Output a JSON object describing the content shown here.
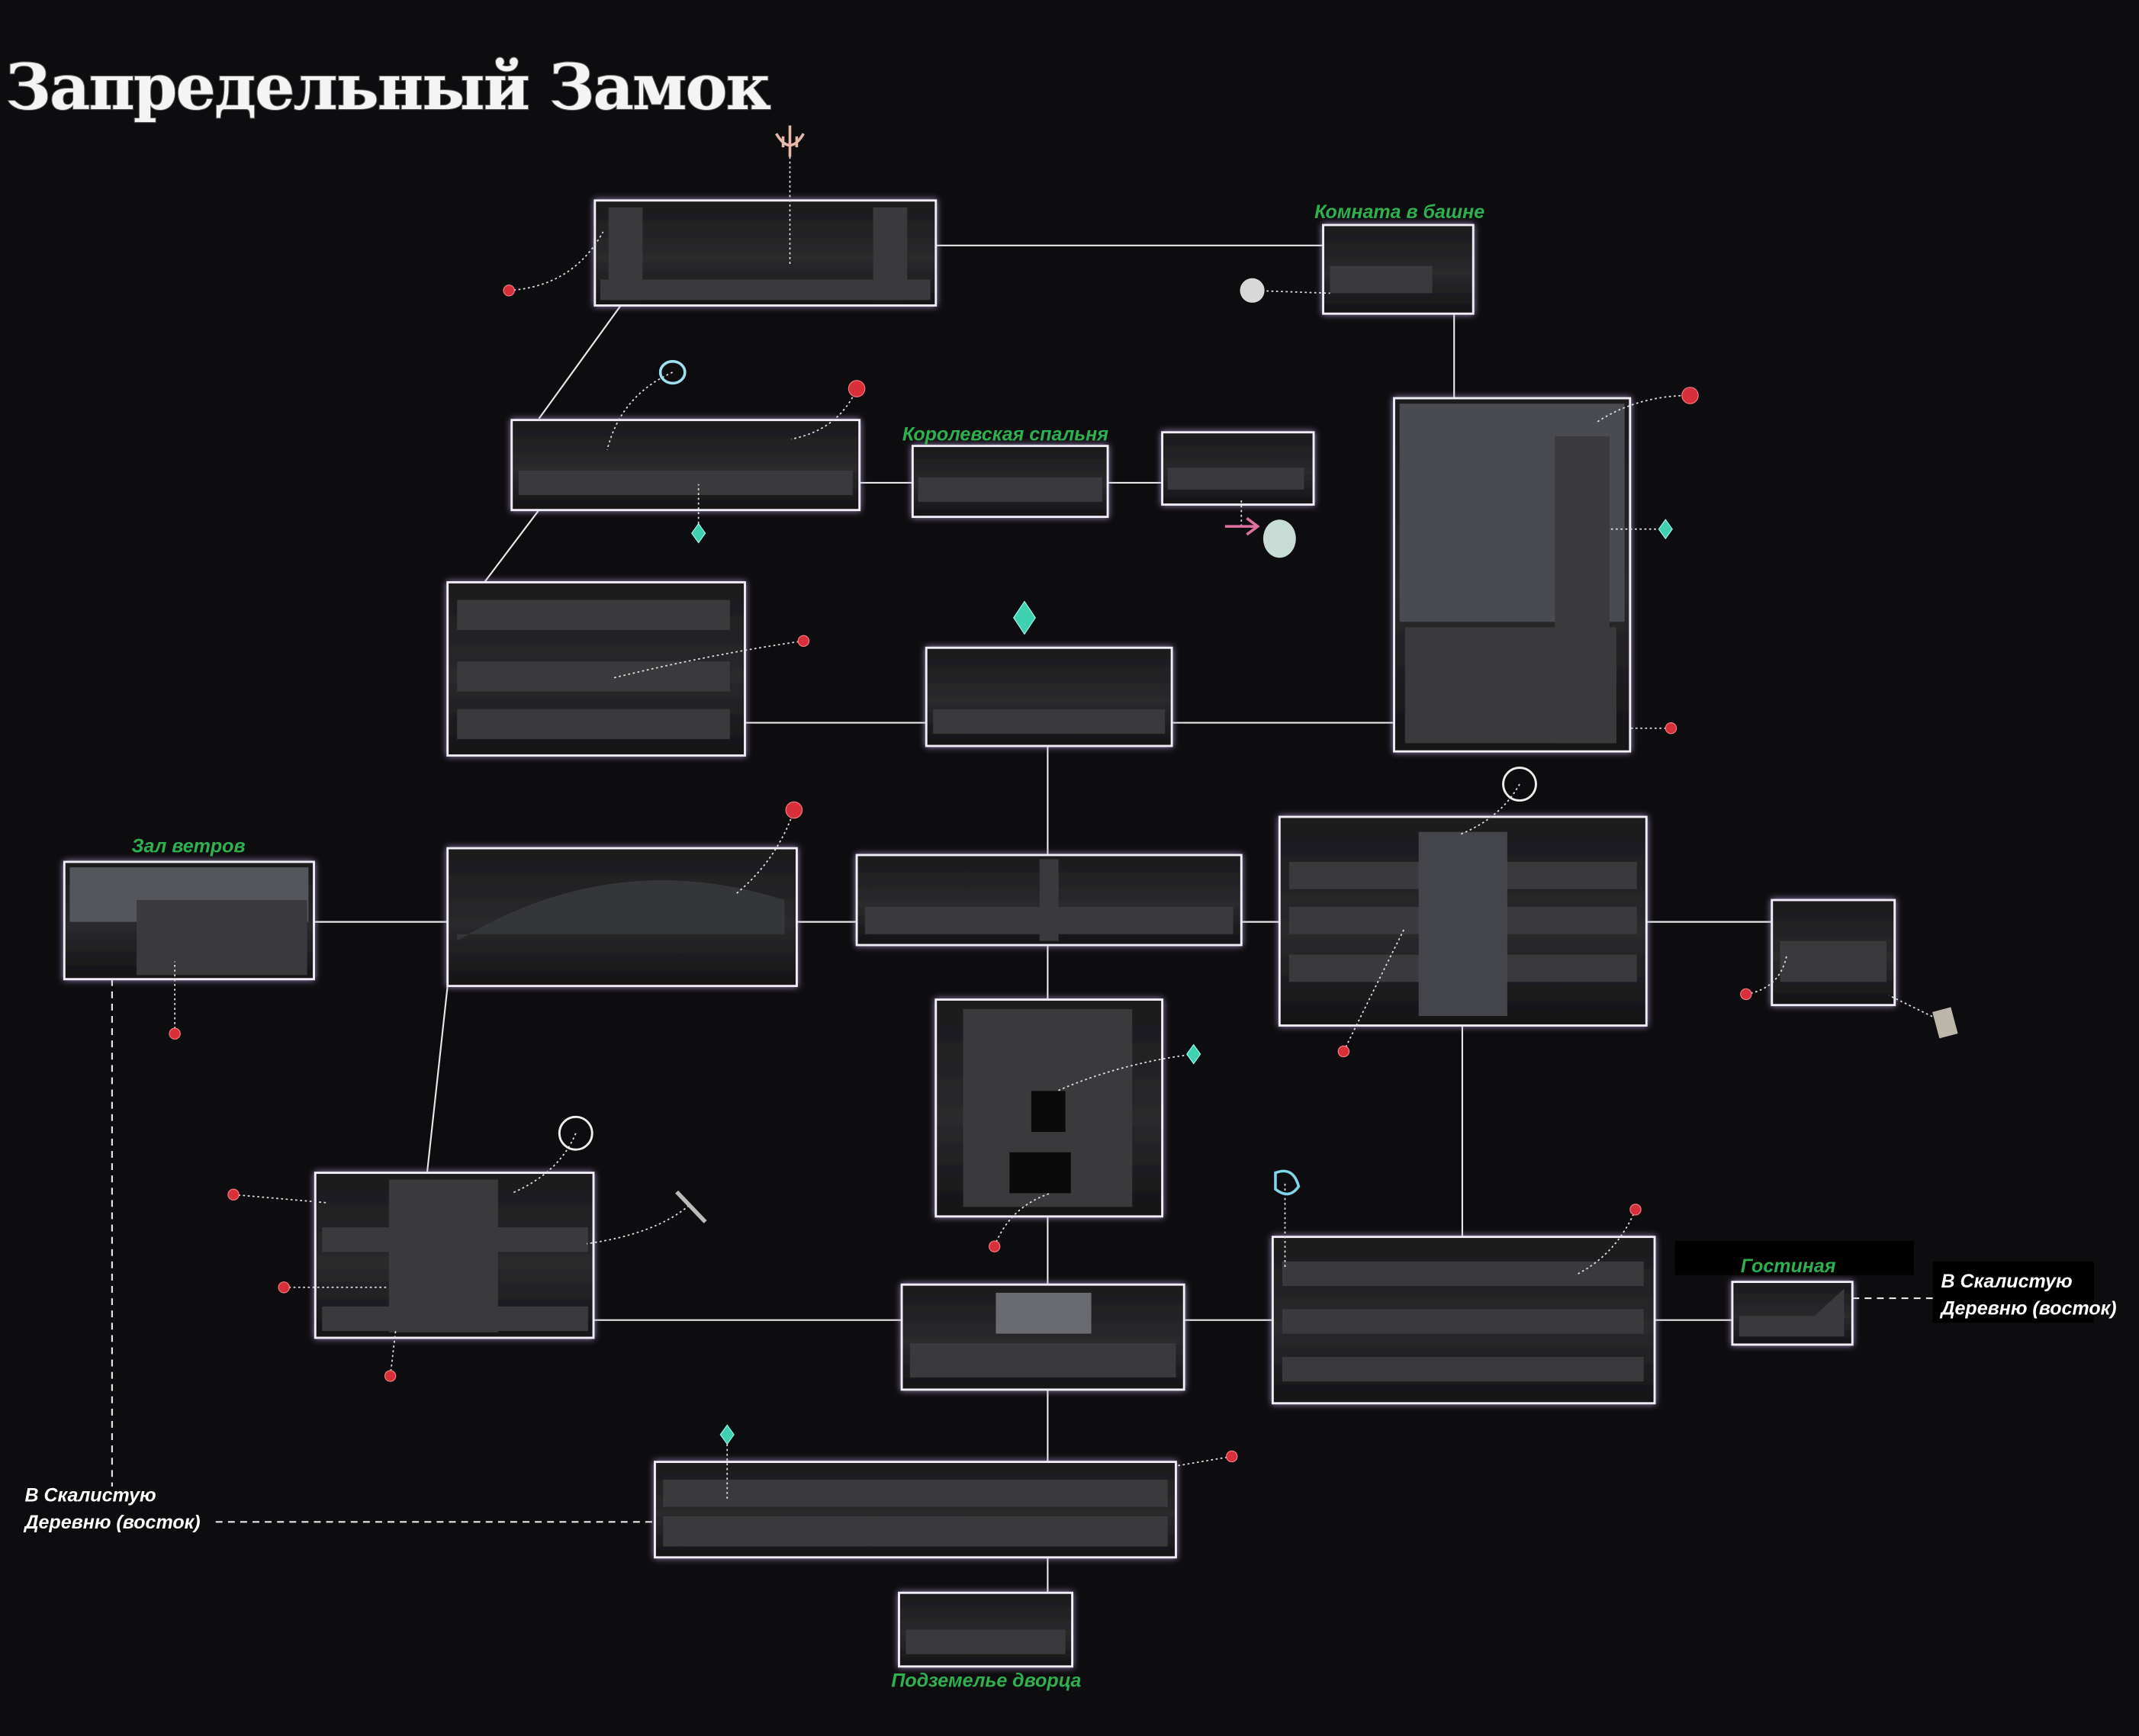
{
  "map": {
    "title": "Запредельный Замок",
    "area_labels": {
      "tower_room": "Комната в башне",
      "royal_bedroom": "Королевская спальня",
      "hall_of_winds": "Зал ветров",
      "living_room": "Гостиная",
      "palace_dungeon": "Подземелье дворца"
    },
    "exits": {
      "east_line1": "В Скалистую",
      "east_line2": "Деревню (восток)",
      "west_line1": "В Скалистую",
      "west_line2": "Деревню (восток)"
    },
    "colors": {
      "label_green": "#2fb04f",
      "room_border": "#f2eef8",
      "marker_red": "#d8303a",
      "marker_teal": "#3fd0b0"
    }
  }
}
